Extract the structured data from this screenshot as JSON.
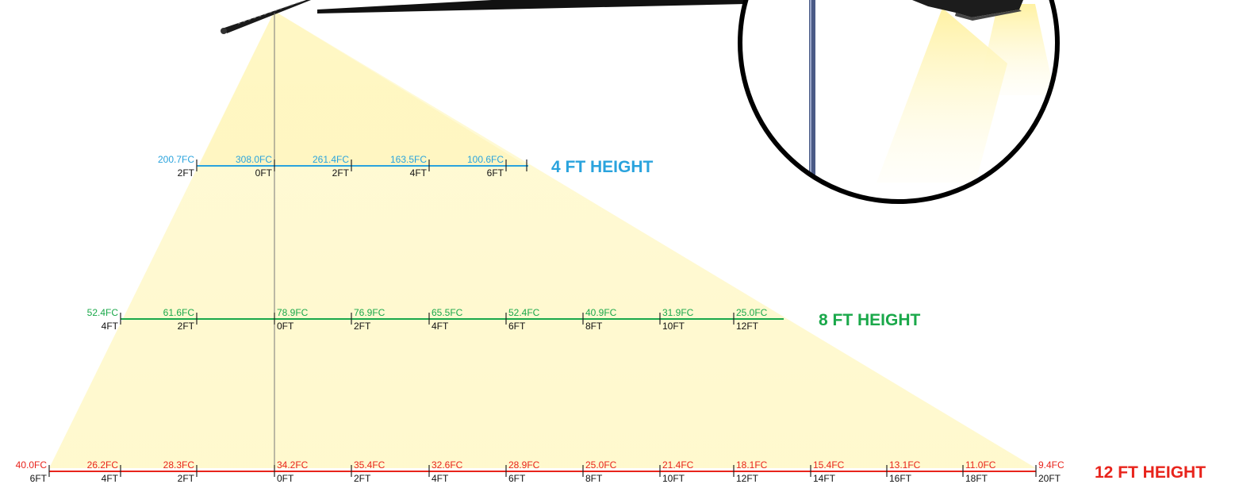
{
  "colors": {
    "blue": "#2aa3dd",
    "green": "#1aa84a",
    "red": "#e8241c",
    "ft_text": "#111111",
    "light_cone": "#fff3a6",
    "fixture": "#1a1a1a"
  },
  "rows": [
    {
      "key": "blue",
      "title": "4 FT HEIGHT",
      "color": "#2aa3dd",
      "points": [
        {
          "fc": "200.7FC",
          "ft": "2FT",
          "side": "left"
        },
        {
          "fc": "308.0FC",
          "ft": "0FT",
          "side": "left"
        },
        {
          "fc": "261.4FC",
          "ft": "2FT",
          "side": "left"
        },
        {
          "fc": "163.5FC",
          "ft": "4FT",
          "side": "left"
        },
        {
          "fc": "100.6FC",
          "ft": "6FT",
          "side": "left"
        }
      ]
    },
    {
      "key": "green",
      "title": "8 FT HEIGHT",
      "color": "#1aa84a",
      "points": [
        {
          "fc": "52.4FC",
          "ft": "4FT",
          "side": "left"
        },
        {
          "fc": "61.6FC",
          "ft": "2FT",
          "side": "left"
        },
        {
          "fc": "78.9FC",
          "ft": "0FT",
          "side": "right"
        },
        {
          "fc": "76.9FC",
          "ft": "2FT",
          "side": "right"
        },
        {
          "fc": "65.5FC",
          "ft": "4FT",
          "side": "right"
        },
        {
          "fc": "52.4FC",
          "ft": "6FT",
          "side": "right"
        },
        {
          "fc": "40.9FC",
          "ft": "8FT",
          "side": "right"
        },
        {
          "fc": "31.9FC",
          "ft": "10FT",
          "side": "right"
        },
        {
          "fc": "25.0FC",
          "ft": "12FT",
          "side": "right"
        }
      ]
    },
    {
      "key": "red",
      "title": "12 FT HEIGHT",
      "color": "#e8241c",
      "points": [
        {
          "fc": "40.0FC",
          "ft": "6FT",
          "side": "left"
        },
        {
          "fc": "26.2FC",
          "ft": "4FT",
          "side": "left"
        },
        {
          "fc": "28.3FC",
          "ft": "2FT",
          "side": "left"
        },
        {
          "fc": "34.2FC",
          "ft": "0FT",
          "side": "right"
        },
        {
          "fc": "35.4FC",
          "ft": "2FT",
          "side": "right"
        },
        {
          "fc": "32.6FC",
          "ft": "4FT",
          "side": "right"
        },
        {
          "fc": "28.9FC",
          "ft": "6FT",
          "side": "right"
        },
        {
          "fc": "25.0FC",
          "ft": "8FT",
          "side": "right"
        },
        {
          "fc": "21.4FC",
          "ft": "10FT",
          "side": "right"
        },
        {
          "fc": "18.1FC",
          "ft": "12FT",
          "side": "right"
        },
        {
          "fc": "15.4FC",
          "ft": "14FT",
          "side": "right"
        },
        {
          "fc": "13.1FC",
          "ft": "16FT",
          "side": "right"
        },
        {
          "fc": "11.0FC",
          "ft": "18FT",
          "side": "right"
        },
        {
          "fc": "9.4FC",
          "ft": "20FT",
          "side": "right"
        }
      ]
    }
  ]
}
